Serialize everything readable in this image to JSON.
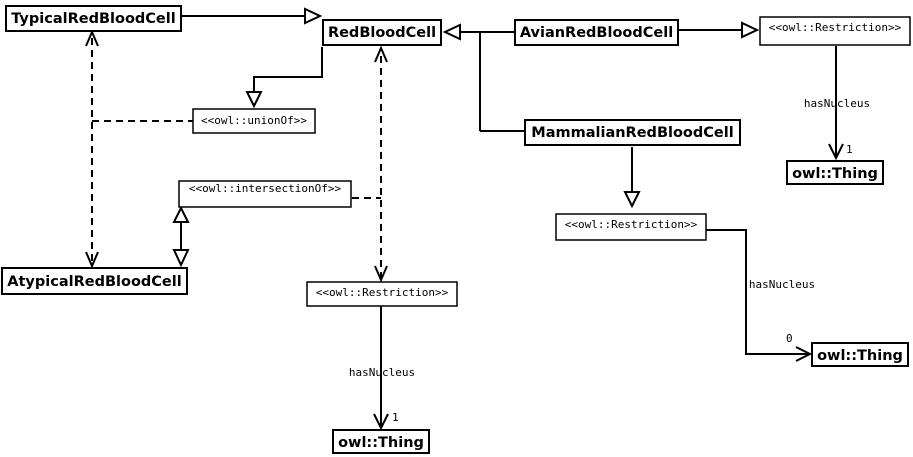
{
  "classes": {
    "typical": "TypicalRedBloodCell",
    "rbc": "RedBloodCell",
    "avian": "AvianRedBloodCell",
    "mammalian": "MammalianRedBloodCell",
    "atypical": "AtypicalRedBloodCell",
    "thing_avian": "owl::Thing",
    "thing_mammalian": "owl::Thing",
    "thing_center": "owl::Thing"
  },
  "stereotypes": {
    "restriction_avian": "<<owl::Restriction>>",
    "union": "<<owl::unionOf>>",
    "intersection": "<<owl::intersectionOf>>",
    "restriction_mammalian": "<<owl::Restriction>>",
    "restriction_center": "<<owl::Restriction>>"
  },
  "edge_labels": {
    "avian_property": "hasNucleus",
    "avian_cardinality": "1",
    "mammalian_property": "hasNucleus",
    "mammalian_cardinality": "0",
    "center_property": "hasNucleus",
    "center_cardinality": "1"
  },
  "colors": {
    "stroke": "#000000",
    "fill": "#ffffff"
  }
}
